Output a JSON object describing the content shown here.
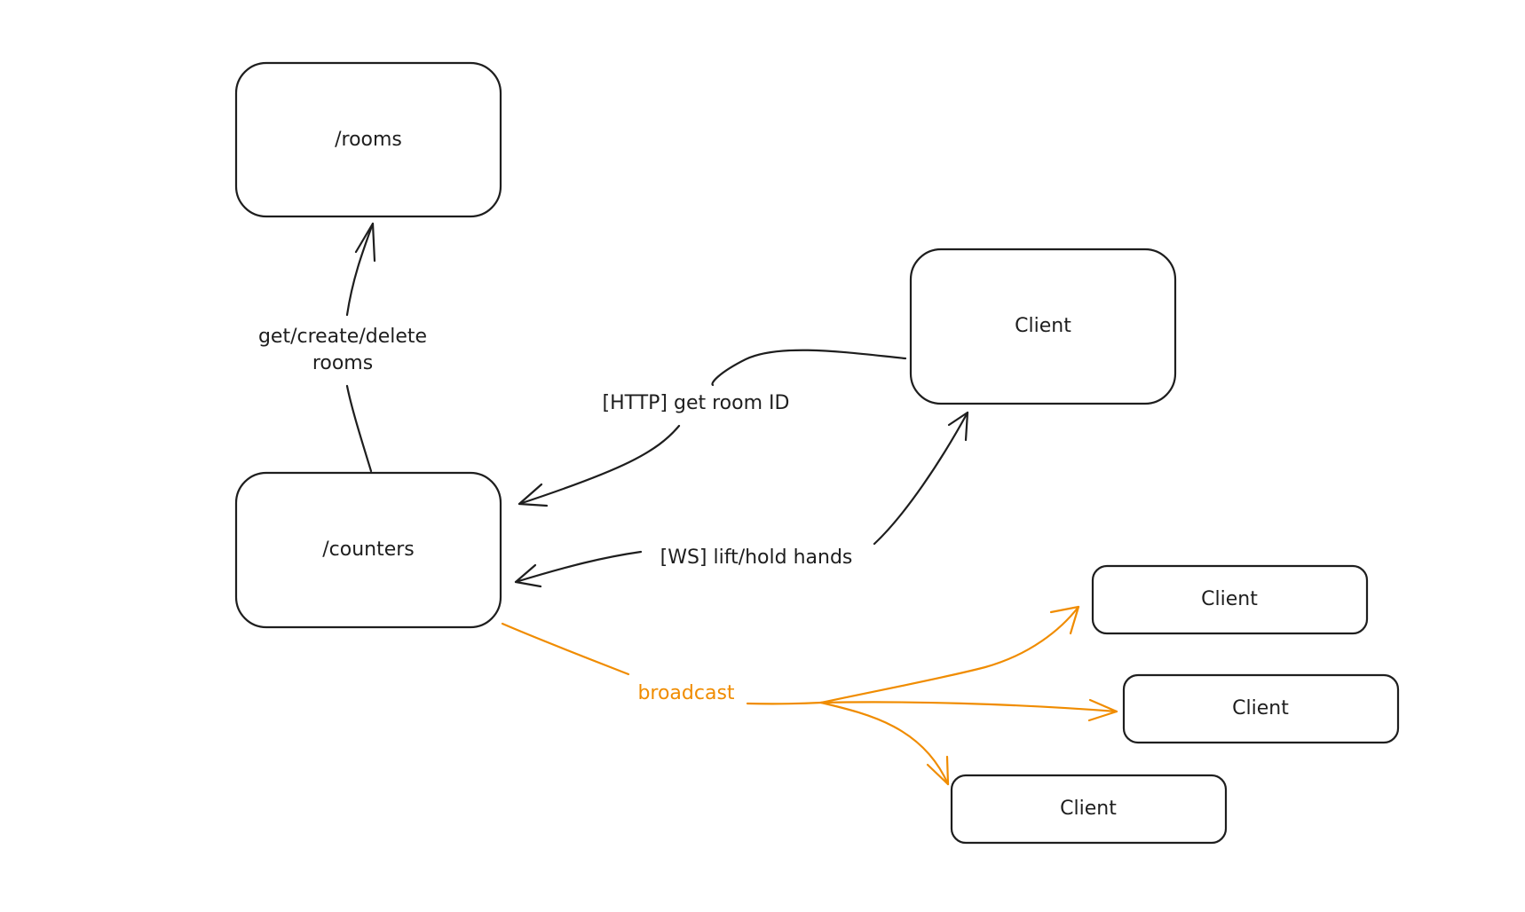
{
  "nodes": {
    "rooms": {
      "label": "/rooms"
    },
    "counters": {
      "label": "/counters"
    },
    "client_main": {
      "label": "Client"
    },
    "client_1": {
      "label": "Client"
    },
    "client_2": {
      "label": "Client"
    },
    "client_3": {
      "label": "Client"
    }
  },
  "edges": {
    "rooms_crud": {
      "line1": "get/create/delete",
      "line2": "rooms"
    },
    "http_room_id": {
      "label": "[HTTP] get room ID"
    },
    "ws_hands": {
      "label": "[WS] lift/hold hands"
    },
    "broadcast": {
      "label": "broadcast"
    }
  },
  "colors": {
    "stroke": "#1e1e1e",
    "accent": "#f08c00",
    "background": "#ffffff"
  }
}
